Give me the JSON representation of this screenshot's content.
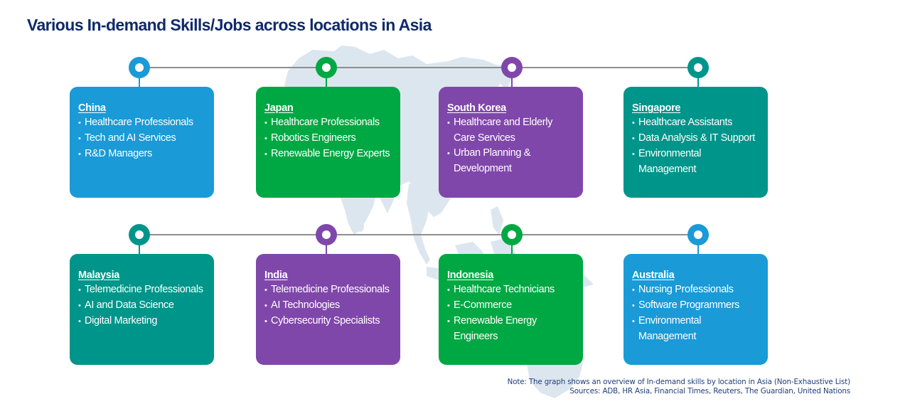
{
  "title": "Various In-demand Skills/Jobs across locations in Asia",
  "colors": {
    "blue": "#1a9ad6",
    "green": "#00a843",
    "purple": "#8047ab",
    "teal": "#00958a",
    "title": "#0f2a6b",
    "timeline": "#8e8e8e",
    "map": "#dce6ef"
  },
  "rows": [
    {
      "cards": [
        {
          "country": "China",
          "color": "#1a9ad6",
          "skills": [
            "Healthcare Professionals",
            "Tech and AI Services",
            "R&D Managers"
          ]
        },
        {
          "country": "Japan",
          "color": "#00a843",
          "skills": [
            "Healthcare Professionals",
            "Robotics Engineers",
            "Renewable Energy Experts"
          ]
        },
        {
          "country": "South Korea",
          "color": "#8047ab",
          "skills": [
            "Healthcare and Elderly Care Services",
            "Urban Planning & Development"
          ]
        },
        {
          "country": "Singapore",
          "color": "#00958a",
          "skills": [
            "Healthcare Assistants",
            "Data Analysis & IT Support",
            "Environmental Management"
          ]
        }
      ]
    },
    {
      "cards": [
        {
          "country": "Malaysia",
          "color": "#00958a",
          "skills": [
            "Telemedicine Professionals",
            "AI and Data Science",
            "Digital Marketing"
          ]
        },
        {
          "country": "India",
          "color": "#8047ab",
          "skills": [
            "Telemedicine Professionals",
            "AI Technologies",
            "Cybersecurity Specialists"
          ]
        },
        {
          "country": "Indonesia",
          "color": "#00a843",
          "skills": [
            "Healthcare Technicians",
            "E-Commerce",
            "Renewable Energy Engineers"
          ]
        },
        {
          "country": "Australia",
          "color": "#1a9ad6",
          "skills": [
            "Nursing Professionals",
            "Software Programmers",
            "Environmental Management"
          ]
        }
      ]
    }
  ],
  "footer": {
    "note": "Note: The graph shows an overview of In-demand skills by location in Asia (Non-Exhaustive List)",
    "sources": "Sources: ADB, HR Asia, Financial Times, Reuters, The Guardian, United Nations"
  }
}
